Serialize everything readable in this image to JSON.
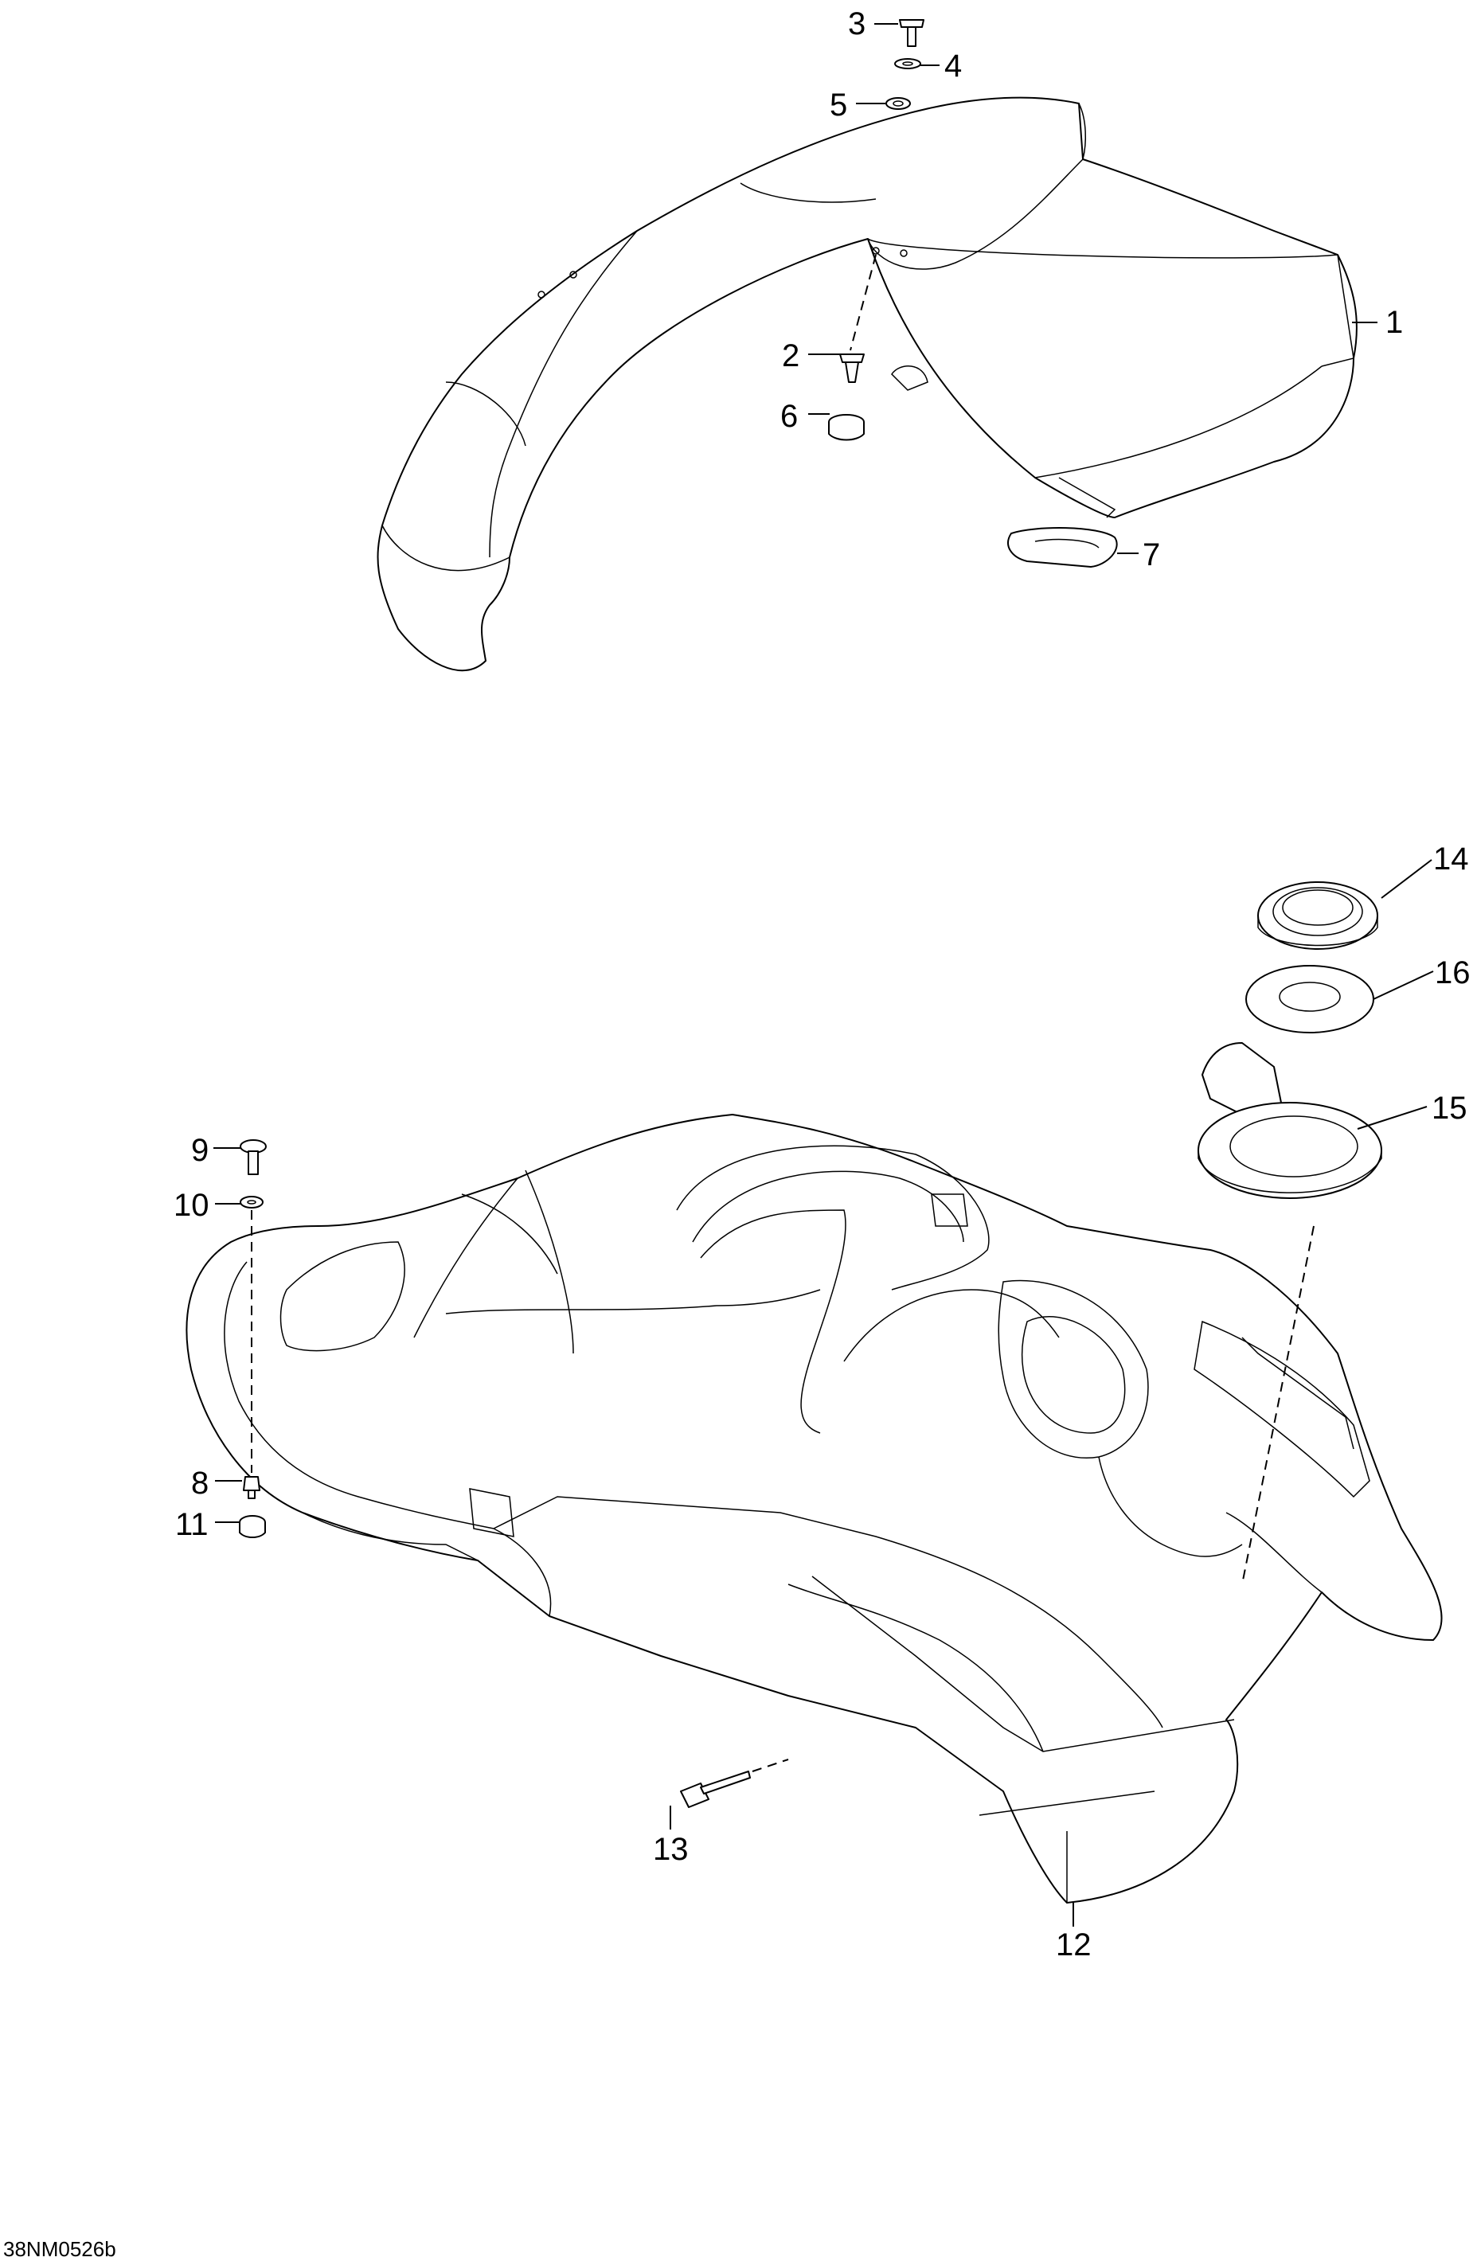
{
  "diagram": {
    "callouts": [
      {
        "id": "callout-1",
        "label": "1"
      },
      {
        "id": "callout-2",
        "label": "2"
      },
      {
        "id": "callout-3",
        "label": "3"
      },
      {
        "id": "callout-4",
        "label": "4"
      },
      {
        "id": "callout-5",
        "label": "5"
      },
      {
        "id": "callout-6",
        "label": "6"
      },
      {
        "id": "callout-7",
        "label": "7"
      },
      {
        "id": "callout-8",
        "label": "8"
      },
      {
        "id": "callout-9",
        "label": "9"
      },
      {
        "id": "callout-10",
        "label": "10"
      },
      {
        "id": "callout-11",
        "label": "11"
      },
      {
        "id": "callout-12",
        "label": "12"
      },
      {
        "id": "callout-13",
        "label": "13"
      },
      {
        "id": "callout-14",
        "label": "14"
      },
      {
        "id": "callout-15",
        "label": "15"
      },
      {
        "id": "callout-16",
        "label": "16"
      }
    ],
    "drawing_code": "38NM0526b"
  }
}
